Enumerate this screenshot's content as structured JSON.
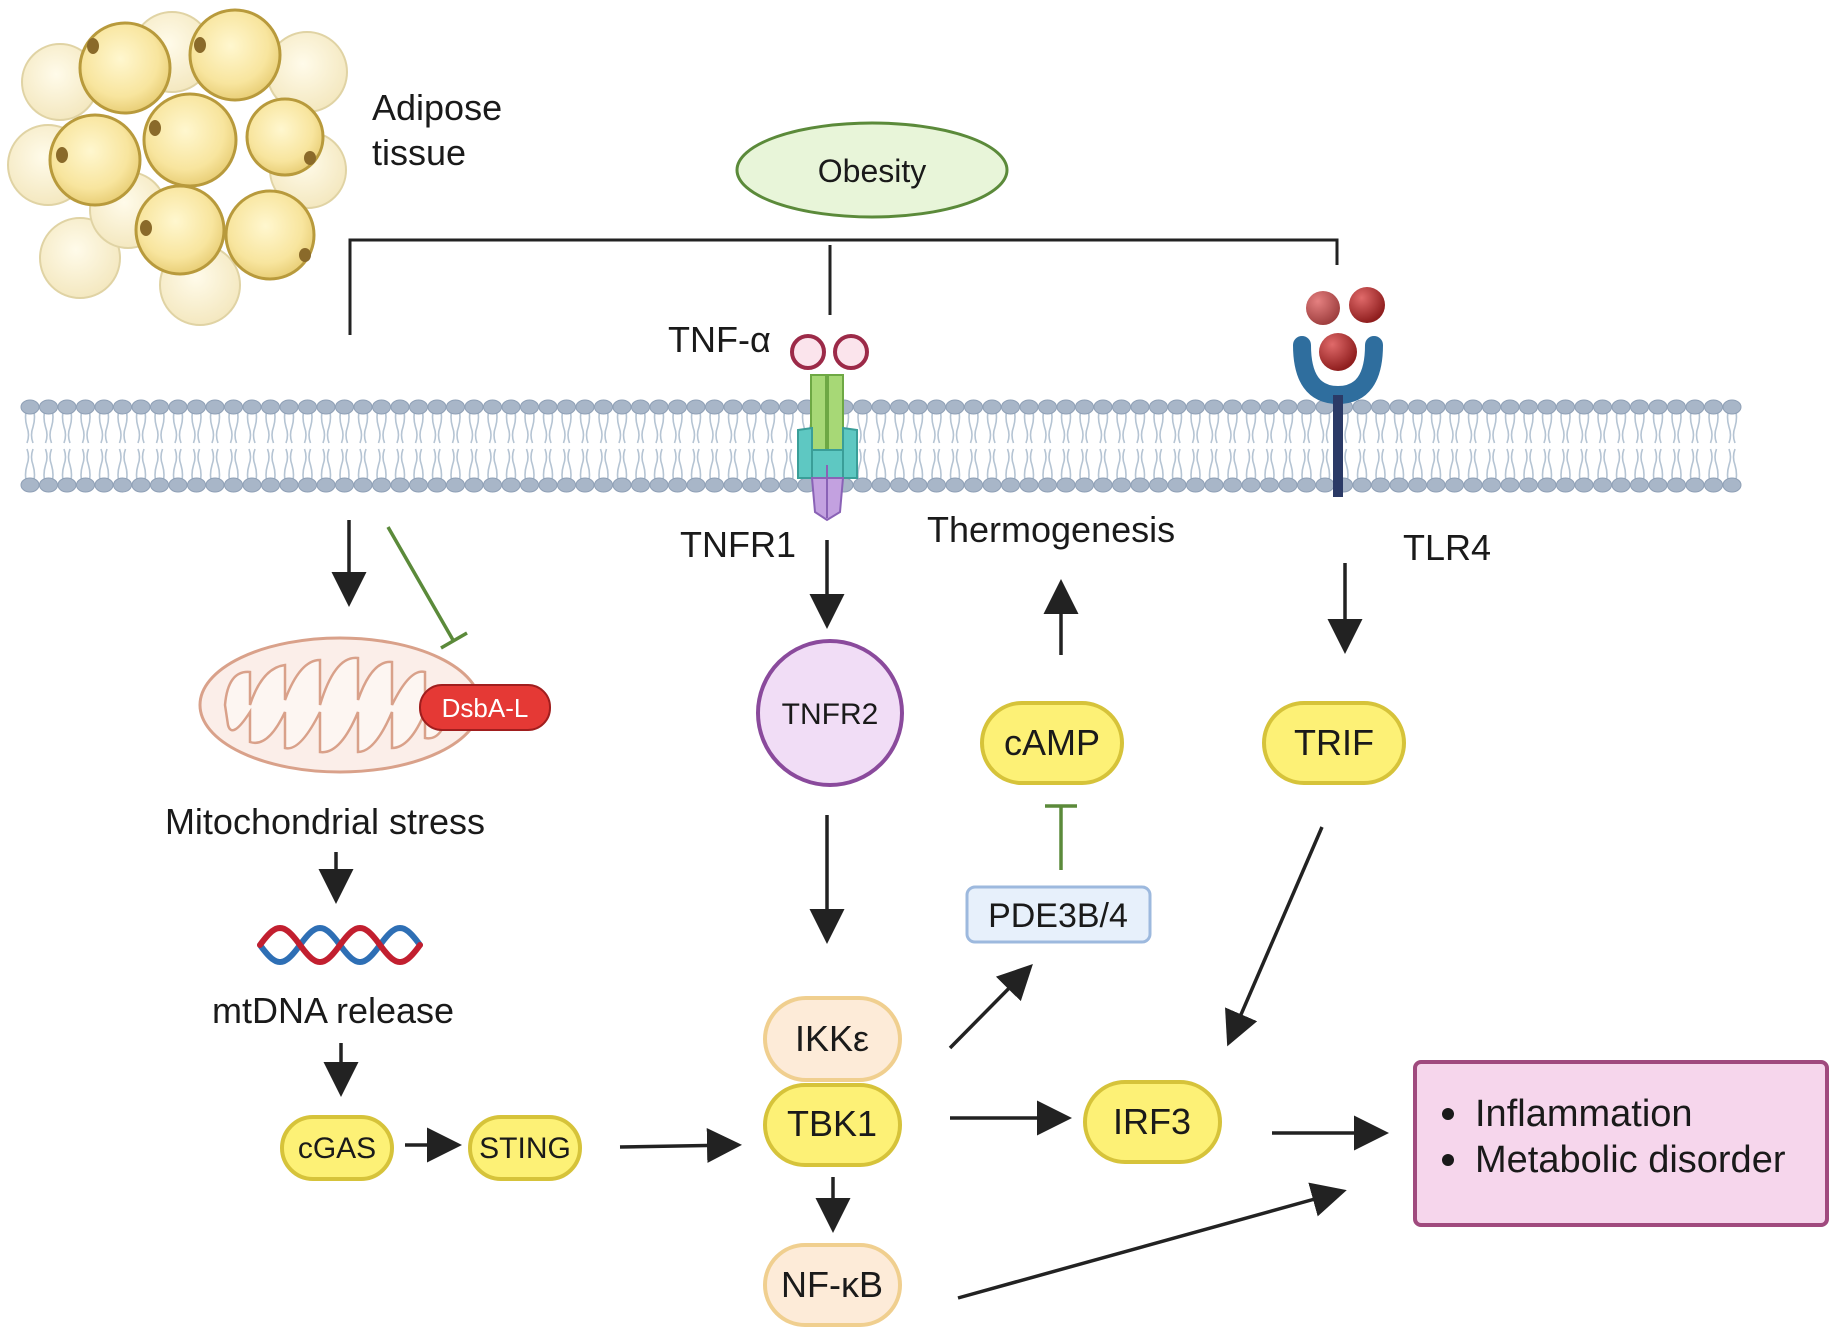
{
  "labels": {
    "adipose_line1": "Adipose",
    "adipose_line2": "tissue",
    "obesity": "Obesity",
    "tnf_alpha": "TNF-α",
    "tnfr1": "TNFR1",
    "thermogenesis": "Thermogenesis",
    "tlr4": "TLR4",
    "mito_stress": "Mitochondrial stress",
    "mtdna_release": "mtDNA release"
  },
  "nodes": {
    "dsbal": "DsbA-L",
    "tnfr2": "TNFR2",
    "camp": "cAMP",
    "trif": "TRIF",
    "pde": "PDE3B/4",
    "ikke": "IKKε",
    "tbk1": "TBK1",
    "irf3": "IRF3",
    "nfkb": "NF-κB",
    "cgas": "cGAS",
    "sting": "STING"
  },
  "outcomes": {
    "items": [
      "Inflammation",
      "Metabolic disorder"
    ]
  },
  "colors": {
    "yellow_fill": "#fdf176",
    "yellow_stroke": "#d6c33a",
    "peach_fill": "#fdebd8",
    "peach_stroke": "#f0cf8f",
    "tnfr2_fill": "#f1ddf6",
    "tnfr2_stroke": "#8a4a9c",
    "obesity_fill": "#e8f5d9",
    "obesity_stroke": "#5b8a3a",
    "pde_fill": "#e7f0fb",
    "pde_stroke": "#9db9de",
    "dsbal_fill": "#e53935",
    "outcome_fill": "#f6d6ec",
    "outcome_stroke": "#a04a7e",
    "inhibit": "#5b8a3a",
    "arrow": "#222222",
    "membrane_head": "#a8b6c8",
    "membrane_tail": "#b5c4d3"
  }
}
